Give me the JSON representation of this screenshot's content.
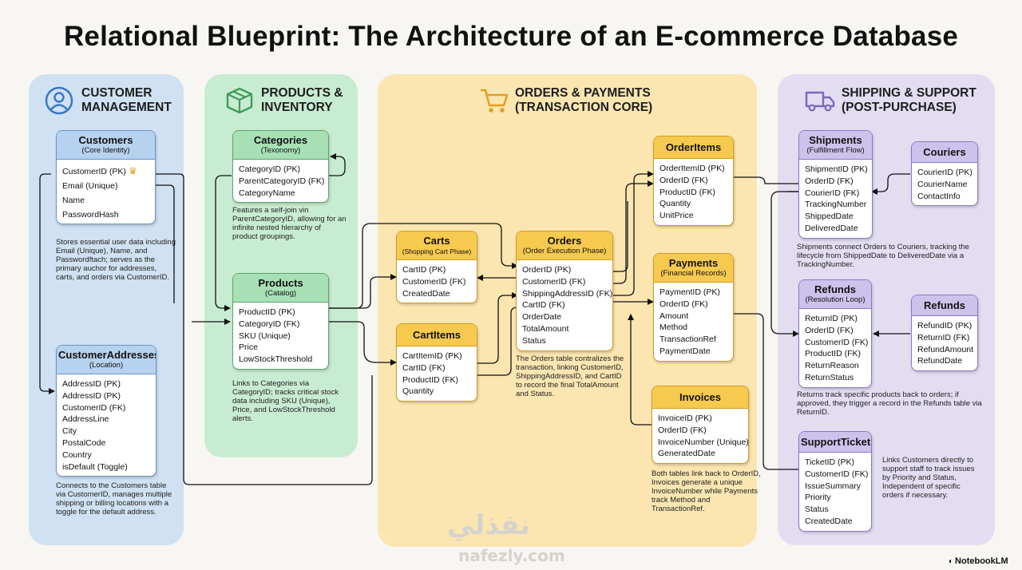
{
  "title": "Relational Blueprint: The Architecture of an E-commerce Database",
  "colors": {
    "customer": "#cfe1f2",
    "products": "#c8ecd2",
    "orders": "#fbe6b1",
    "shipping": "#e3ddf2"
  },
  "panels": {
    "customer": {
      "line1": "CUSTOMER",
      "line2": "MANAGEMENT",
      "icon": "user-icon"
    },
    "products": {
      "line1": "PRODUCTS &",
      "line2": "INVENTORY",
      "icon": "box-icon"
    },
    "orders": {
      "line1": "ORDERS & PAYMENTS",
      "line2": "(TRANSACTION CORE)",
      "icon": "cart-icon"
    },
    "shipping": {
      "line1": "SHIPPING & SUPPORT",
      "line2": "(POST-PURCHASE)",
      "icon": "truck-icon"
    }
  },
  "tables": {
    "customers": {
      "name": "Customers",
      "sub": "(Core Identity)",
      "fields": [
        "CustomerID (PK)",
        "Email (Unique)",
        "Name",
        "PasswordHash"
      ],
      "badge": "crown-icon"
    },
    "addresses": {
      "name": "CustomerAddresses",
      "sub": "(Location)",
      "fields": [
        "AddressID (PK)",
        "AddressID (PK)",
        "CustomerID (FK)",
        "AddressLine",
        "City",
        "PostalCode",
        "Country",
        "isDefault (Toggle)"
      ]
    },
    "categories": {
      "name": "Categories",
      "sub": "(Texonomy)",
      "fields": [
        "CategoryID (PK)",
        "ParentCategoryID (FK)",
        "CategoryName"
      ]
    },
    "products": {
      "name": "Products",
      "sub": "(Catalog)",
      "fields": [
        "ProductID (PK)",
        "CategoryID (FK)",
        "SKU (Unique)",
        "Price",
        "LowStockThreshold"
      ]
    },
    "carts": {
      "name": "Carts",
      "sub": "(Shopping Cart Phase)",
      "fields": [
        "CartID (PK)",
        "CustomerID (FK)",
        "CreatedDate"
      ]
    },
    "cartitems": {
      "name": "CartItems",
      "sub": "",
      "fields": [
        "CartItemID (PK)",
        "CartID (FK)",
        "ProductID (FK)",
        "Quantity"
      ]
    },
    "orders": {
      "name": "Orders",
      "sub": "(Order Execution Phase)",
      "fields": [
        "OrderID (PK)",
        "CustomerID (FK)",
        "ShippingAddressID (FK)",
        "CartID (FK)",
        "OrderDate",
        "TotalAmount",
        "Status"
      ]
    },
    "orderitems": {
      "name": "OrderItems",
      "sub": "",
      "fields": [
        "OrderItemID (PK)",
        "OrderID (FK)",
        "ProductID (FK)",
        "Quantity",
        "UnitPrice"
      ]
    },
    "payments": {
      "name": "Payments",
      "sub": "(Financial Records)",
      "fields": [
        "PaymentID (PK)",
        "OrderID (FK)",
        "Amount",
        "Method",
        "TransactionRef",
        "PaymentDate"
      ]
    },
    "invoices": {
      "name": "Invoices",
      "sub": "",
      "fields": [
        "InvoiceID (PK)",
        "OrderID (FK)",
        "InvoiceNumber (Unique)",
        "GeneratedDate"
      ]
    },
    "shipments": {
      "name": "Shipments",
      "sub": "(Fulfillment Flow)",
      "fields": [
        "ShipmentID (PK)",
        "OrderID (FK)",
        "CourierID (FK)",
        "TrackingNumber",
        "ShippedDate",
        "DeliveredDate"
      ]
    },
    "couriers": {
      "name": "Couriers",
      "sub": "",
      "fields": [
        "CourierID (PK)",
        "CourierName",
        "ContactInfo"
      ]
    },
    "returns": {
      "name": "Refunds",
      "sub": "(Resolution Loop)",
      "fields": [
        "ReturnID (PK)",
        "OrderID (FK)",
        "CustomerID (FK)",
        "ProductID (FK)",
        "ReturnReason",
        "ReturnStatus"
      ]
    },
    "refunds": {
      "name": "Refunds",
      "sub": "",
      "fields": [
        "RefundID (PK)",
        "ReturnID (FK)",
        "RefundAmount",
        "RefundDate"
      ]
    },
    "tickets": {
      "name": "SupportTickets",
      "sub": "",
      "fields": [
        "TicketID (PK)",
        "CustomerID (FK)",
        "IssueSummary",
        "Priority",
        "Status",
        "CreatedDate"
      ]
    }
  },
  "notes": {
    "customers": "Stores essential user data including Email (Unique), Name, and Passwordftach; serves as the primary auchor for addresses, carts, and orders via CustomerID.",
    "addresses": "Connects to the Customers table via CustomerID, manages multiple shipping or billing locations with a toggle for the default address.",
    "categories": "Features a self-join vin ParentCategoryID, allowing for an infinite nested hlerarchy of product groupings.",
    "products": "Links to Categories via CategoryID; tracks critical stock data including SKU (Unique), Price, and LowStockThreshold alerts.",
    "orders": "The Orders table contralizes the transaction, linking CustomerID, ShippingAddressID, and CartID to record the final TotalAmount and Status.",
    "invoices": "Both tables link back to OrderID, Invoices generate a unique InvoiceNumber while Payments track Method and TransactionRef.",
    "shipments": "Shipments connect Orders to Couriers, tracking the lifecycle from ShippedDate to DeliveredDate via a TrackingNumber.",
    "returns": "Returns track specific products back to orders; if approved, they trigger a record in the Refunds table via ReturnID.",
    "tickets": "Links Customers directly to support staff to track issues by Priority and Status, Independent of specific orders if necessary."
  },
  "watermark": {
    "arabic": "نفذلي",
    "latin": "nafezly.com"
  },
  "brand": "NotebookLM"
}
